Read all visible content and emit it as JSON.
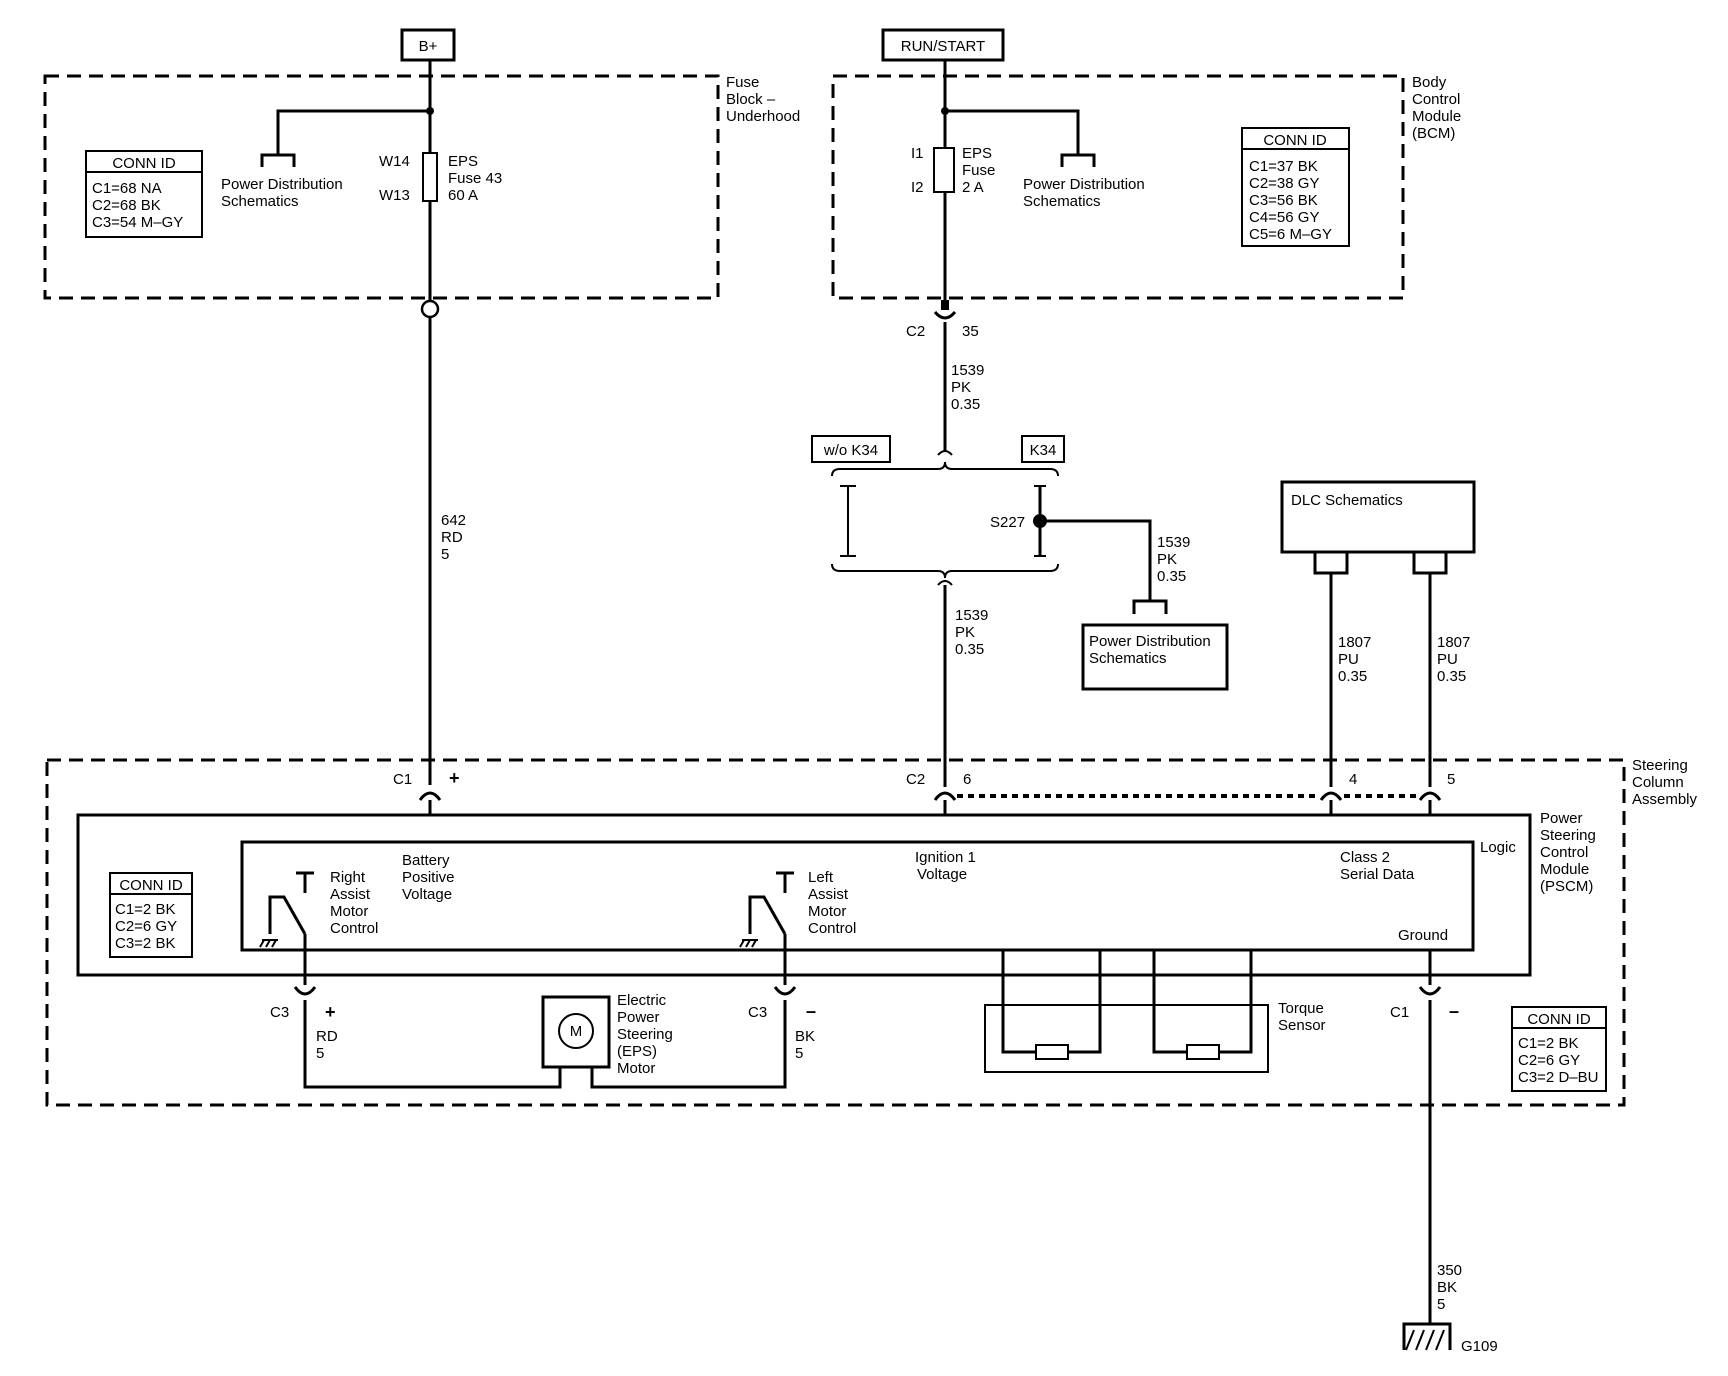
{
  "sources": {
    "bplus": "B+",
    "run_start": "RUN/START"
  },
  "fuse_block": {
    "title": [
      "Fuse",
      "Block –",
      "Underhood"
    ],
    "conn": {
      "header": "CONN ID",
      "rows": [
        "C1=68 NA",
        "C2=68 BK",
        "C3=54 M–GY"
      ]
    },
    "pd_label": [
      "Power Distribution",
      "Schematics"
    ],
    "fuse_pins": [
      "W14",
      "W13"
    ],
    "fuse_label": [
      "EPS",
      "Fuse 43",
      "60 A"
    ]
  },
  "bcm": {
    "title": [
      "Body",
      "Control",
      "Module",
      "(BCM)"
    ],
    "conn": {
      "header": "CONN ID",
      "rows": [
        "C1=37 BK",
        "C2=38 GY",
        "C3=56 BK",
        "C4=56 GY",
        "C5=6 M–GY"
      ]
    },
    "pd_label": [
      "Power Distribution",
      "Schematics"
    ],
    "fuse_pins": [
      "I1",
      "I2"
    ],
    "fuse_label": [
      "EPS",
      "Fuse",
      "2 A"
    ],
    "out_conn": "C2",
    "out_pin": "35"
  },
  "wires": {
    "w642": [
      "642",
      "RD",
      "5"
    ],
    "w1539_top": [
      "1539",
      "PK",
      "0.35"
    ],
    "w1539_branch": [
      "1539",
      "PK",
      "0.35"
    ],
    "w1539_bottom": [
      "1539",
      "PK",
      "0.35"
    ],
    "w1807_a": [
      "1807",
      "PU",
      "0.35"
    ],
    "w1807_b": [
      "1807",
      "PU",
      "0.35"
    ],
    "w350": [
      "350",
      "BK",
      "5"
    ]
  },
  "options": {
    "wo_k34": "w/o K34",
    "k34": "K34",
    "splice": "S227"
  },
  "pd_box": [
    "Power Distribution",
    "Schematics"
  ],
  "dlc": "DLC Schematics",
  "steering": {
    "title": [
      "Steering",
      "Column",
      "Assembly"
    ],
    "pscm_title": [
      "Power",
      "Steering",
      "Control",
      "Module",
      "(PSCM)"
    ],
    "logic": "Logic",
    "conn_left": {
      "header": "CONN ID",
      "rows": [
        "C1=2 BK",
        "C2=6 GY",
        "C3=2 BK"
      ]
    },
    "conn_right": {
      "header": "CONN ID",
      "rows": [
        "C1=2 BK",
        "C2=6 GY",
        "C3=2 D–BU"
      ]
    },
    "c1_top": "C1",
    "c1_plus": "+",
    "c2_top": "C2",
    "c2_pin": "6",
    "pin4": "4",
    "pin5": "5",
    "batt": [
      "Battery",
      "Positive",
      "Voltage"
    ],
    "ign": [
      "Ignition 1",
      "Voltage"
    ],
    "class2": [
      "Class 2",
      "Serial Data"
    ],
    "ground": "Ground",
    "right_motor": [
      "Right",
      "Assist",
      "Motor",
      "Control"
    ],
    "left_motor": [
      "Left",
      "Assist",
      "Motor",
      "Control"
    ],
    "c3_left": "C3",
    "c3_left_sign": "+",
    "c3_left_wire": [
      "RD",
      "5"
    ],
    "c3_right": "C3",
    "c3_right_sign": "–",
    "c3_right_wire": [
      "BK",
      "5"
    ],
    "motor_symbol": "M",
    "motor_label": [
      "Electric",
      "Power",
      "Steering",
      "(EPS)",
      "Motor"
    ],
    "torque": [
      "Torque",
      "Sensor"
    ],
    "c1_bottom": "C1",
    "c1_bottom_sign": "–"
  },
  "ground_id": "G109"
}
